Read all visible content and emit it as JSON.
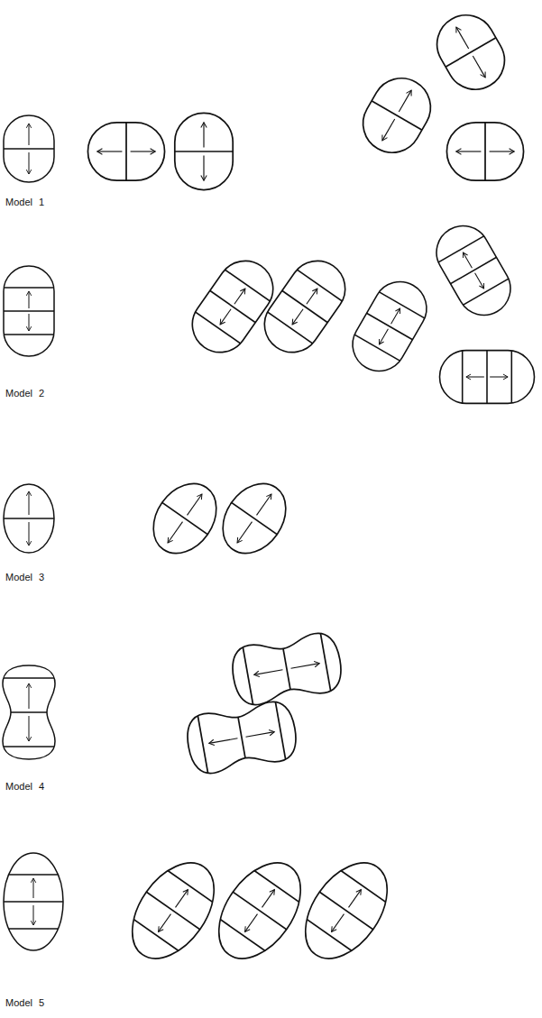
{
  "diagram": {
    "labels": [
      "Model 1",
      "Model 2",
      "Model 3",
      "Model 4",
      "Model 5"
    ]
  }
}
